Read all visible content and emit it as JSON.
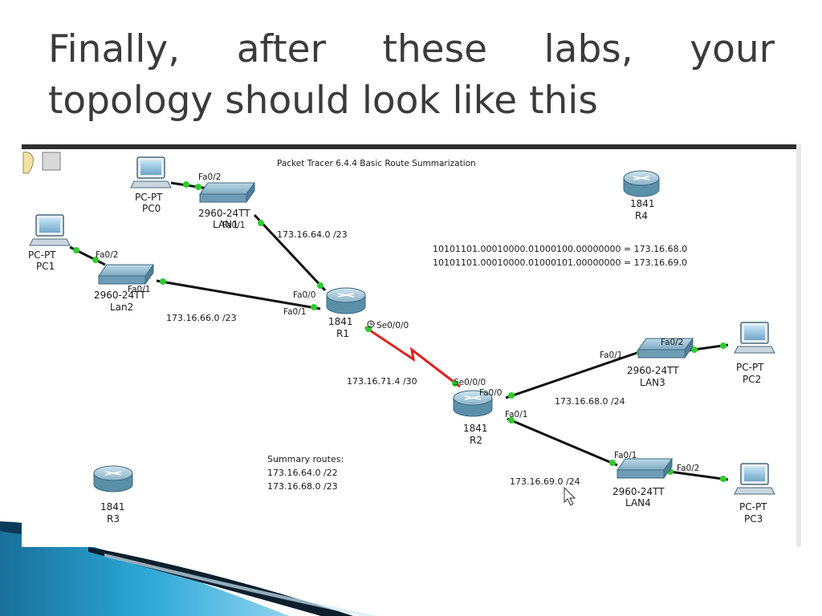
{
  "slide": {
    "title_line1_words": [
      "Finally,",
      "after",
      "these",
      "labs,",
      "your"
    ],
    "title_line2": "topology should look like this"
  },
  "window": {
    "title": "Packet Tracer 6.4.4 Basic Route Summarization"
  },
  "devices": {
    "pc0": {
      "model": "PC-PT",
      "name": "PC0"
    },
    "pc1": {
      "model": "PC-PT",
      "name": "PC1"
    },
    "pc2": {
      "model": "PC-PT",
      "name": "PC2"
    },
    "pc3": {
      "model": "PC-PT",
      "name": "PC3"
    },
    "lan1": {
      "model": "2960-24TT",
      "name": "LAN1"
    },
    "lan2": {
      "model": "2960-24TT",
      "name": "Lan2"
    },
    "lan3": {
      "model": "2960-24TT",
      "name": "LAN3"
    },
    "lan4": {
      "model": "2960-24TT",
      "name": "LAN4"
    },
    "r1": {
      "model": "1841",
      "name": "R1"
    },
    "r2": {
      "model": "1841",
      "name": "R2"
    },
    "r3": {
      "model": "1841",
      "name": "R3"
    },
    "r4": {
      "model": "1841",
      "name": "R4"
    }
  },
  "ports": {
    "pc0_lan1": "Fa0/2",
    "lan1_r1": "Fa0/1",
    "pc1_lan2": "Fa0/2",
    "lan2_r1": "Fa0/1",
    "r1_lan1": "Fa0/0",
    "r1_lan2": "Fa0/1",
    "r1_serial": "Se0/0/0",
    "r2_serial": "Se0/0/0",
    "r2_lan3": "Fa0/0",
    "r2_lan4": "Fa0/1",
    "lan3_r2": "Fa0/1",
    "lan3_pc2": "Fa0/2",
    "lan4_r2": "Fa0/1",
    "lan4_pc3": "Fa0/2"
  },
  "networks": {
    "lan1": "173.16.64.0 /23",
    "lan2": "173.16.66.0 /23",
    "serial": "173.16.71.4 /30",
    "lan3": "173.16.68.0 /24",
    "lan4": "173.16.69.0 /24"
  },
  "binary_notes": [
    "10101101.00010000.01000100.00000000 = 173.16.68.0",
    "10101101.00010000.01000101.00000000 = 173.16.69.0"
  ],
  "summary": {
    "heading": "Summary routes:",
    "routes": [
      "173.16.64.0 /22",
      "173.16.68.0 /23"
    ]
  },
  "colors": {
    "link": "#111111",
    "serial": "#e02020",
    "port_up": "#2ecc2e",
    "router": "#5a8fa8",
    "switch": "#6e9db5",
    "title_text": "#3b3b3b",
    "swoosh_dark": "#0b3b5c",
    "swoosh_light": "#2ba7d6"
  }
}
